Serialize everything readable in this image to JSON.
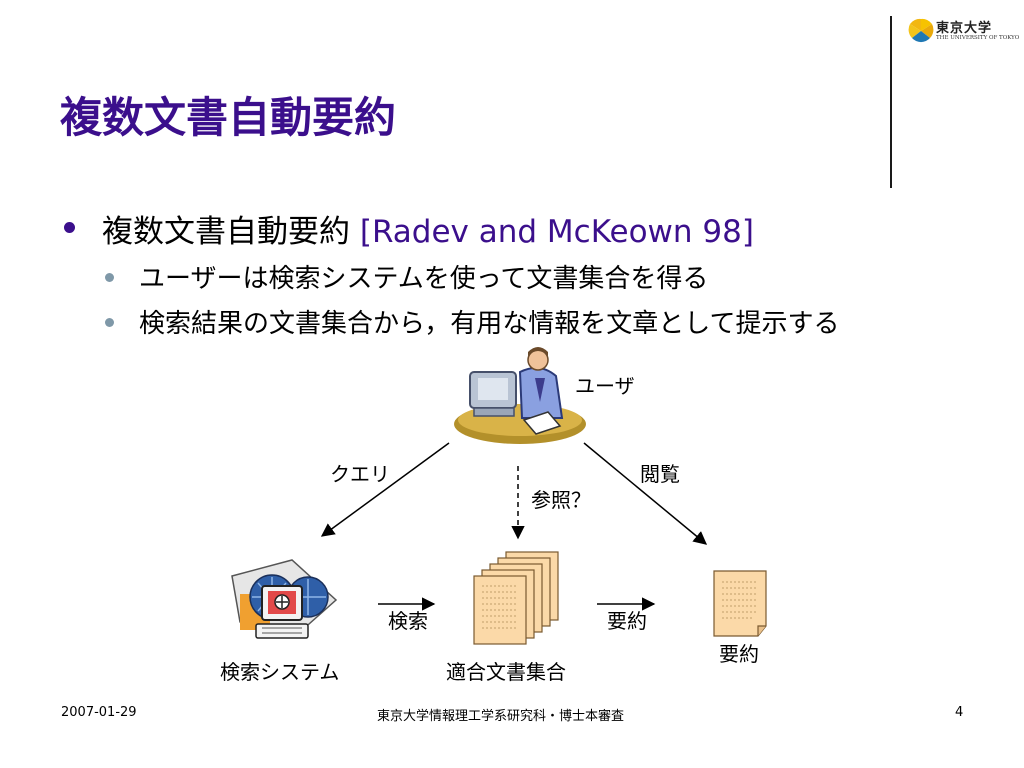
{
  "logo": {
    "name_jp": "東京大学",
    "name_en": "THE UNIVERSITY OF TOKYO"
  },
  "title": "複数文書自動要約",
  "bullet1": {
    "text": "複数文書自動要約 ",
    "citation": "[Radev and McKeown  98]"
  },
  "subbullets": [
    "ユーザーは検索システムを使って文書集合を得る",
    "検索結果の文書集合から，有用な情報を文章として提示する"
  ],
  "diagram": {
    "user_label": "ユーザ",
    "query_label": "クエリ",
    "browse_label": "閲覧",
    "reference_label": "参照？",
    "search_label": "検索",
    "summarize_label": "要約",
    "search_system_label": "検索システム",
    "relevant_docs_label": "適合文書集合",
    "summary_label": "要約"
  },
  "footer": {
    "date": "2007-01-29",
    "org": "東京大学情報理工学系研究科・博士本審査",
    "page": "4"
  },
  "colors": {
    "title": "#3b0f8c",
    "bullet_sub": "#7f98a8",
    "doc_fill": "#fbd9a8",
    "doc_stroke": "#7a5a30"
  }
}
